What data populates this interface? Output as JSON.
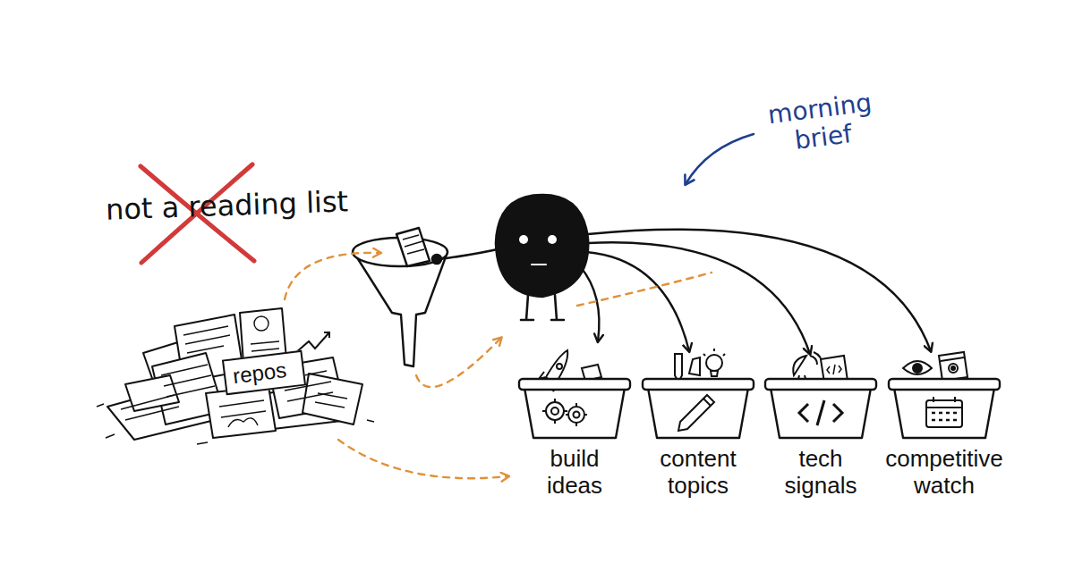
{
  "diagram": {
    "nodes": [
      {
        "text": [
          "repos"
        ]
      },
      {
        "text": [
          "build ideas"
        ]
      },
      {
        "text": [
          "content topics"
        ]
      },
      {
        "text": [
          "tech signals"
        ]
      },
      {
        "text": [
          "competitive watch"
        ]
      }
    ],
    "labels": [
      "not a reading list",
      "morning brief"
    ]
  }
}
